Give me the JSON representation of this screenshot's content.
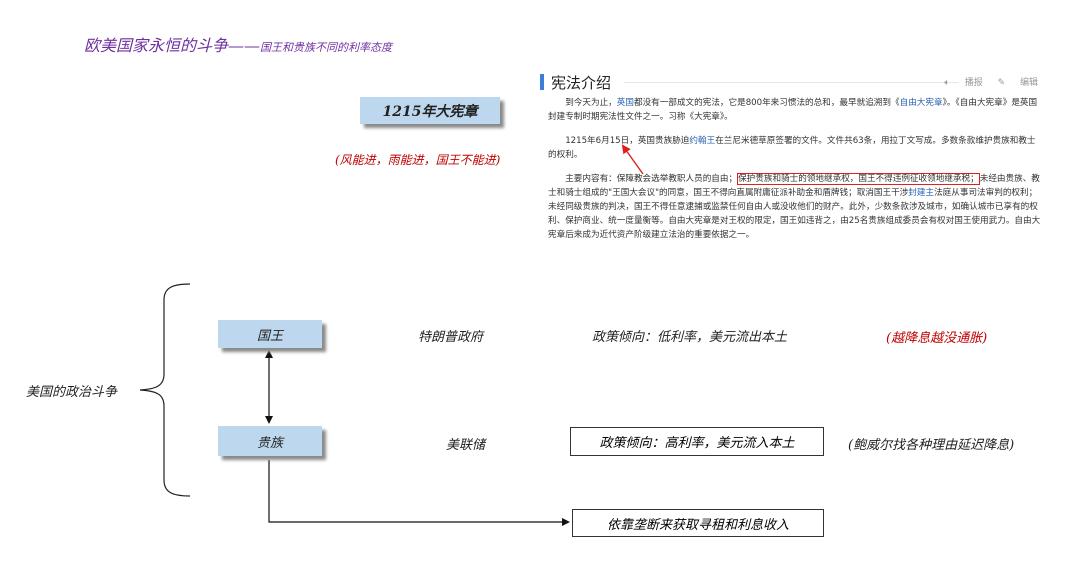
{
  "title": {
    "main": "欧美国家永恒的斗争——",
    "sub": "国王和贵族不同的利率态度"
  },
  "magna_carta": {
    "label": "1215年大宪章",
    "note": "(风能进，雨能进，国王不能进)"
  },
  "panel": {
    "heading": "宪法介绍",
    "tools": [
      "播报",
      "编辑"
    ],
    "p1": {
      "pre": "到今天为止，",
      "link1": "英国",
      "mid": "都没有一部成文的宪法，它是800年来习惯法的总和，最早就追溯到《",
      "link2": "自由大宪章",
      "post": "》。《自由大宪章》是英国封建专制时期宪法性文件之一。习称《大宪章》。"
    },
    "p2": {
      "pre": "1215年6月15日，英国贵族胁迫",
      "link": "约翰王",
      "post": "在兰尼米德草原签署的文件。文件共63条，用拉丁文写成。多数条款维护贵族和教士的权利。"
    },
    "p3": {
      "a": "主要内容有：保障教会选举教职人员的自由；",
      "highlight": "保护贵族和骑士的领地继承权，国王不得违例征收领地继承税；",
      "b": "未经由贵族、教士和骑士组成的\"王国大会议\"的同意，国王不得向直属附庸征派补助金和盾牌钱；取消国王干涉",
      "link": "封建主",
      "c": "法庭从事司法审判的权利；未经同级贵族的判决，国王不得任意逮捕或监禁任何自由人或没收他们的财产。此外，少数条款涉及城市，如确认城市已享有的权利、保护商业、统一度量衡等。自由大宪章是对王权的限定，国王如违背之，由25名贵族组成委员会有权对国王使用武力。自由大宪章后来成为近代资产阶级建立法治的重要依据之一。"
    }
  },
  "us": {
    "label": "美国的政治斗争",
    "king": {
      "label": "国王",
      "actor": "特朗普政府",
      "policy": "政策倾向：低利率，美元流出本土",
      "note": "(越降息越没通胀)"
    },
    "noble": {
      "label": "贵族",
      "actor": "美联储",
      "policy": "政策倾向：高利率，美元流入本土",
      "note": "(鲍威尔找各种理由延迟降息)"
    },
    "outcome": "依靠垄断来获取寻租和利息收入"
  },
  "colors": {
    "title": "#7030a0",
    "red": "#c00000",
    "box_fill": "#bdd7ee",
    "link": "#2a63b6",
    "accent_bar": "#3b7fd8"
  }
}
